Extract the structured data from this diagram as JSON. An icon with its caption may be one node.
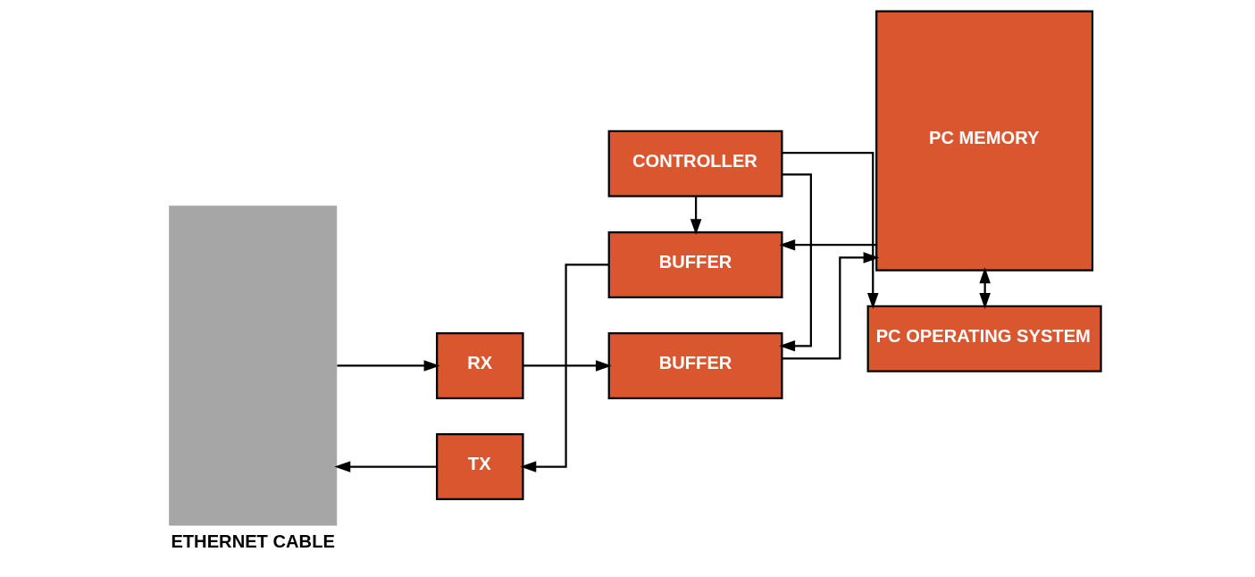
{
  "diagram": {
    "nodes": [
      {
        "text": [
          "ETHERNET CABLE"
        ]
      },
      {
        "text": [
          "RX"
        ]
      },
      {
        "text": [
          "BUFFER"
        ]
      },
      {
        "text": [
          "PC MEMORY"
        ]
      },
      {
        "text": [
          "CONTROLLER"
        ]
      },
      {
        "text": [
          "TX"
        ]
      },
      {
        "text": [
          "BUFFER"
        ]
      },
      {
        "text": [
          "PC OPERATING SYSTEM"
        ]
      }
    ],
    "edges": [
      {
        "from": 0,
        "to": 1,
        "arrow": "to"
      },
      {
        "from": 1,
        "to": 2,
        "arrow": "to"
      },
      {
        "from": 2,
        "to": 3,
        "arrow": "to"
      },
      {
        "from": 4,
        "to": 2,
        "arrow": "to"
      },
      {
        "from": 4,
        "to": 6,
        "arrow": "to"
      },
      {
        "from": 3,
        "to": 6,
        "arrow": "to"
      },
      {
        "from": 6,
        "to": 5,
        "arrow": "to"
      },
      {
        "from": 5,
        "to": 0,
        "arrow": "to"
      },
      {
        "from": 3,
        "to": 7,
        "arrow": "both"
      },
      {
        "from": 4,
        "to": 7,
        "arrow": "to"
      }
    ]
  }
}
